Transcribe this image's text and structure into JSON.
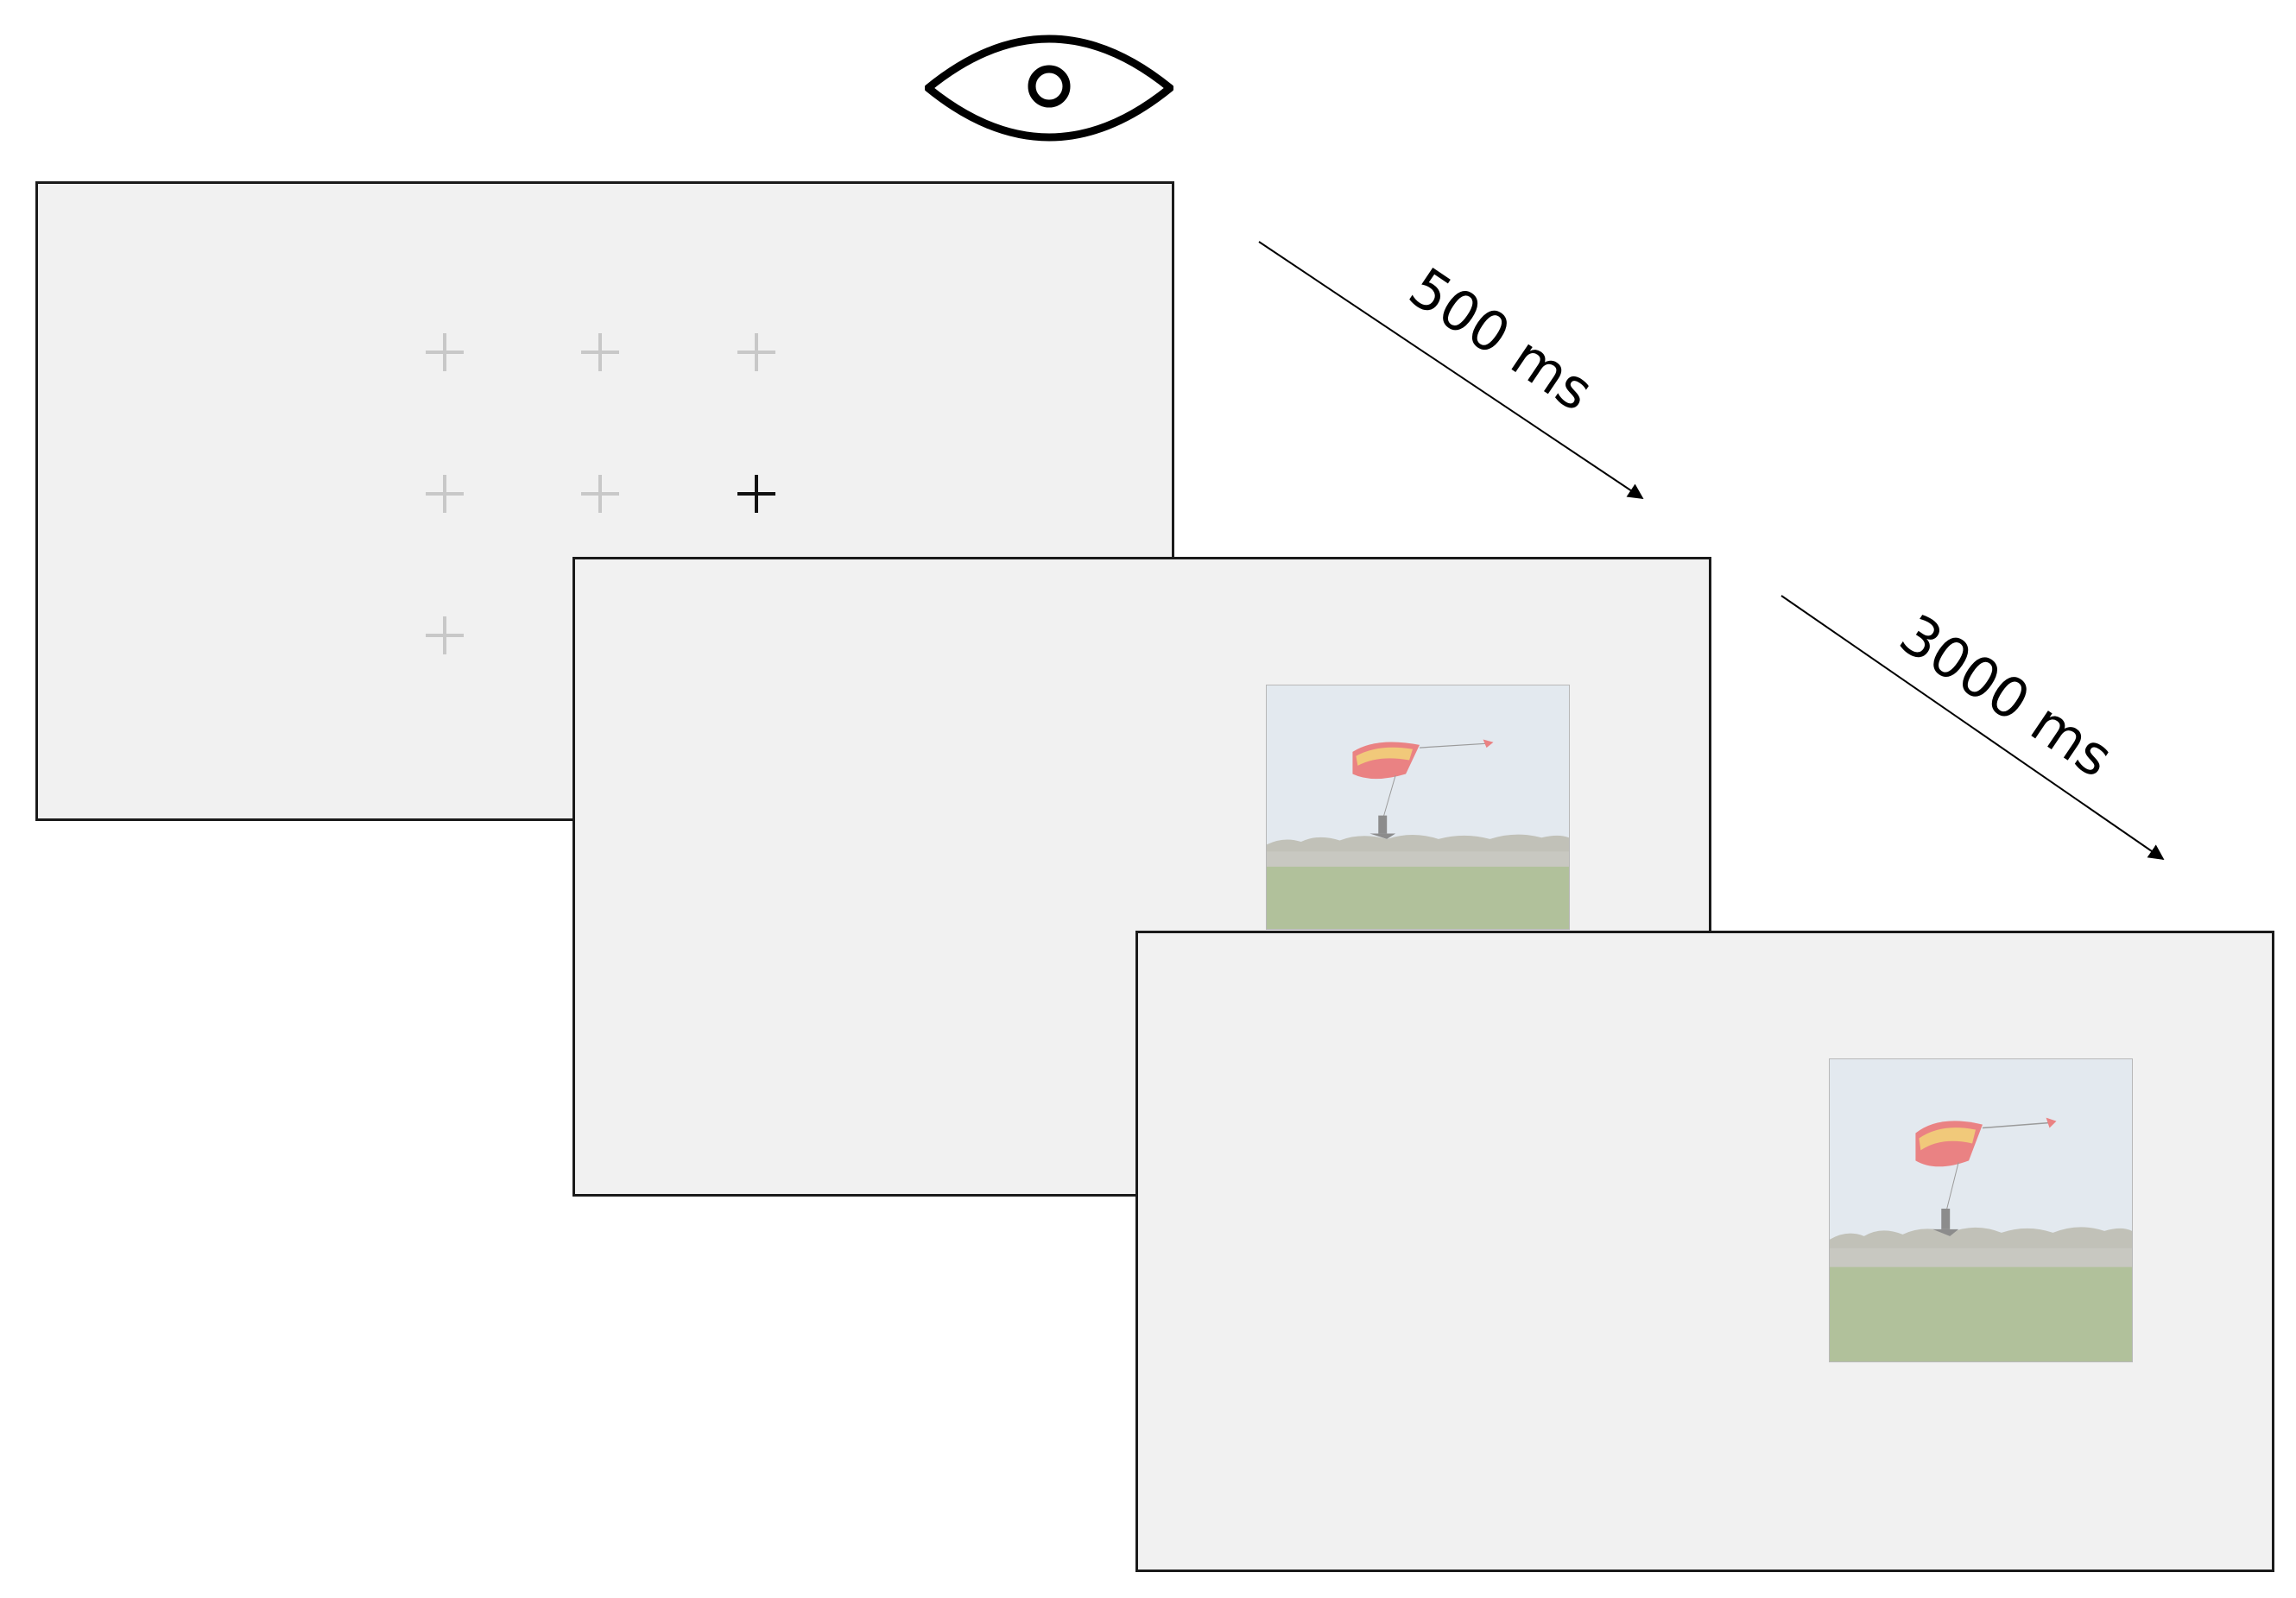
{
  "transitions": [
    {
      "label": "500 ms"
    },
    {
      "label": "3000 ms"
    }
  ],
  "fixation_grid": {
    "active_index": 5,
    "cross_color": "#c8c8c8",
    "active_cross_color": "#111111"
  },
  "screens": [
    {
      "content": "fixation-grid"
    },
    {
      "content": "scene-image"
    },
    {
      "content": "scene-image"
    }
  ],
  "icons": [
    "eye-icon",
    "arrow-icon"
  ],
  "colors": {
    "screen_background": "#f1f1f1",
    "screen_border": "#1a1a1a"
  }
}
